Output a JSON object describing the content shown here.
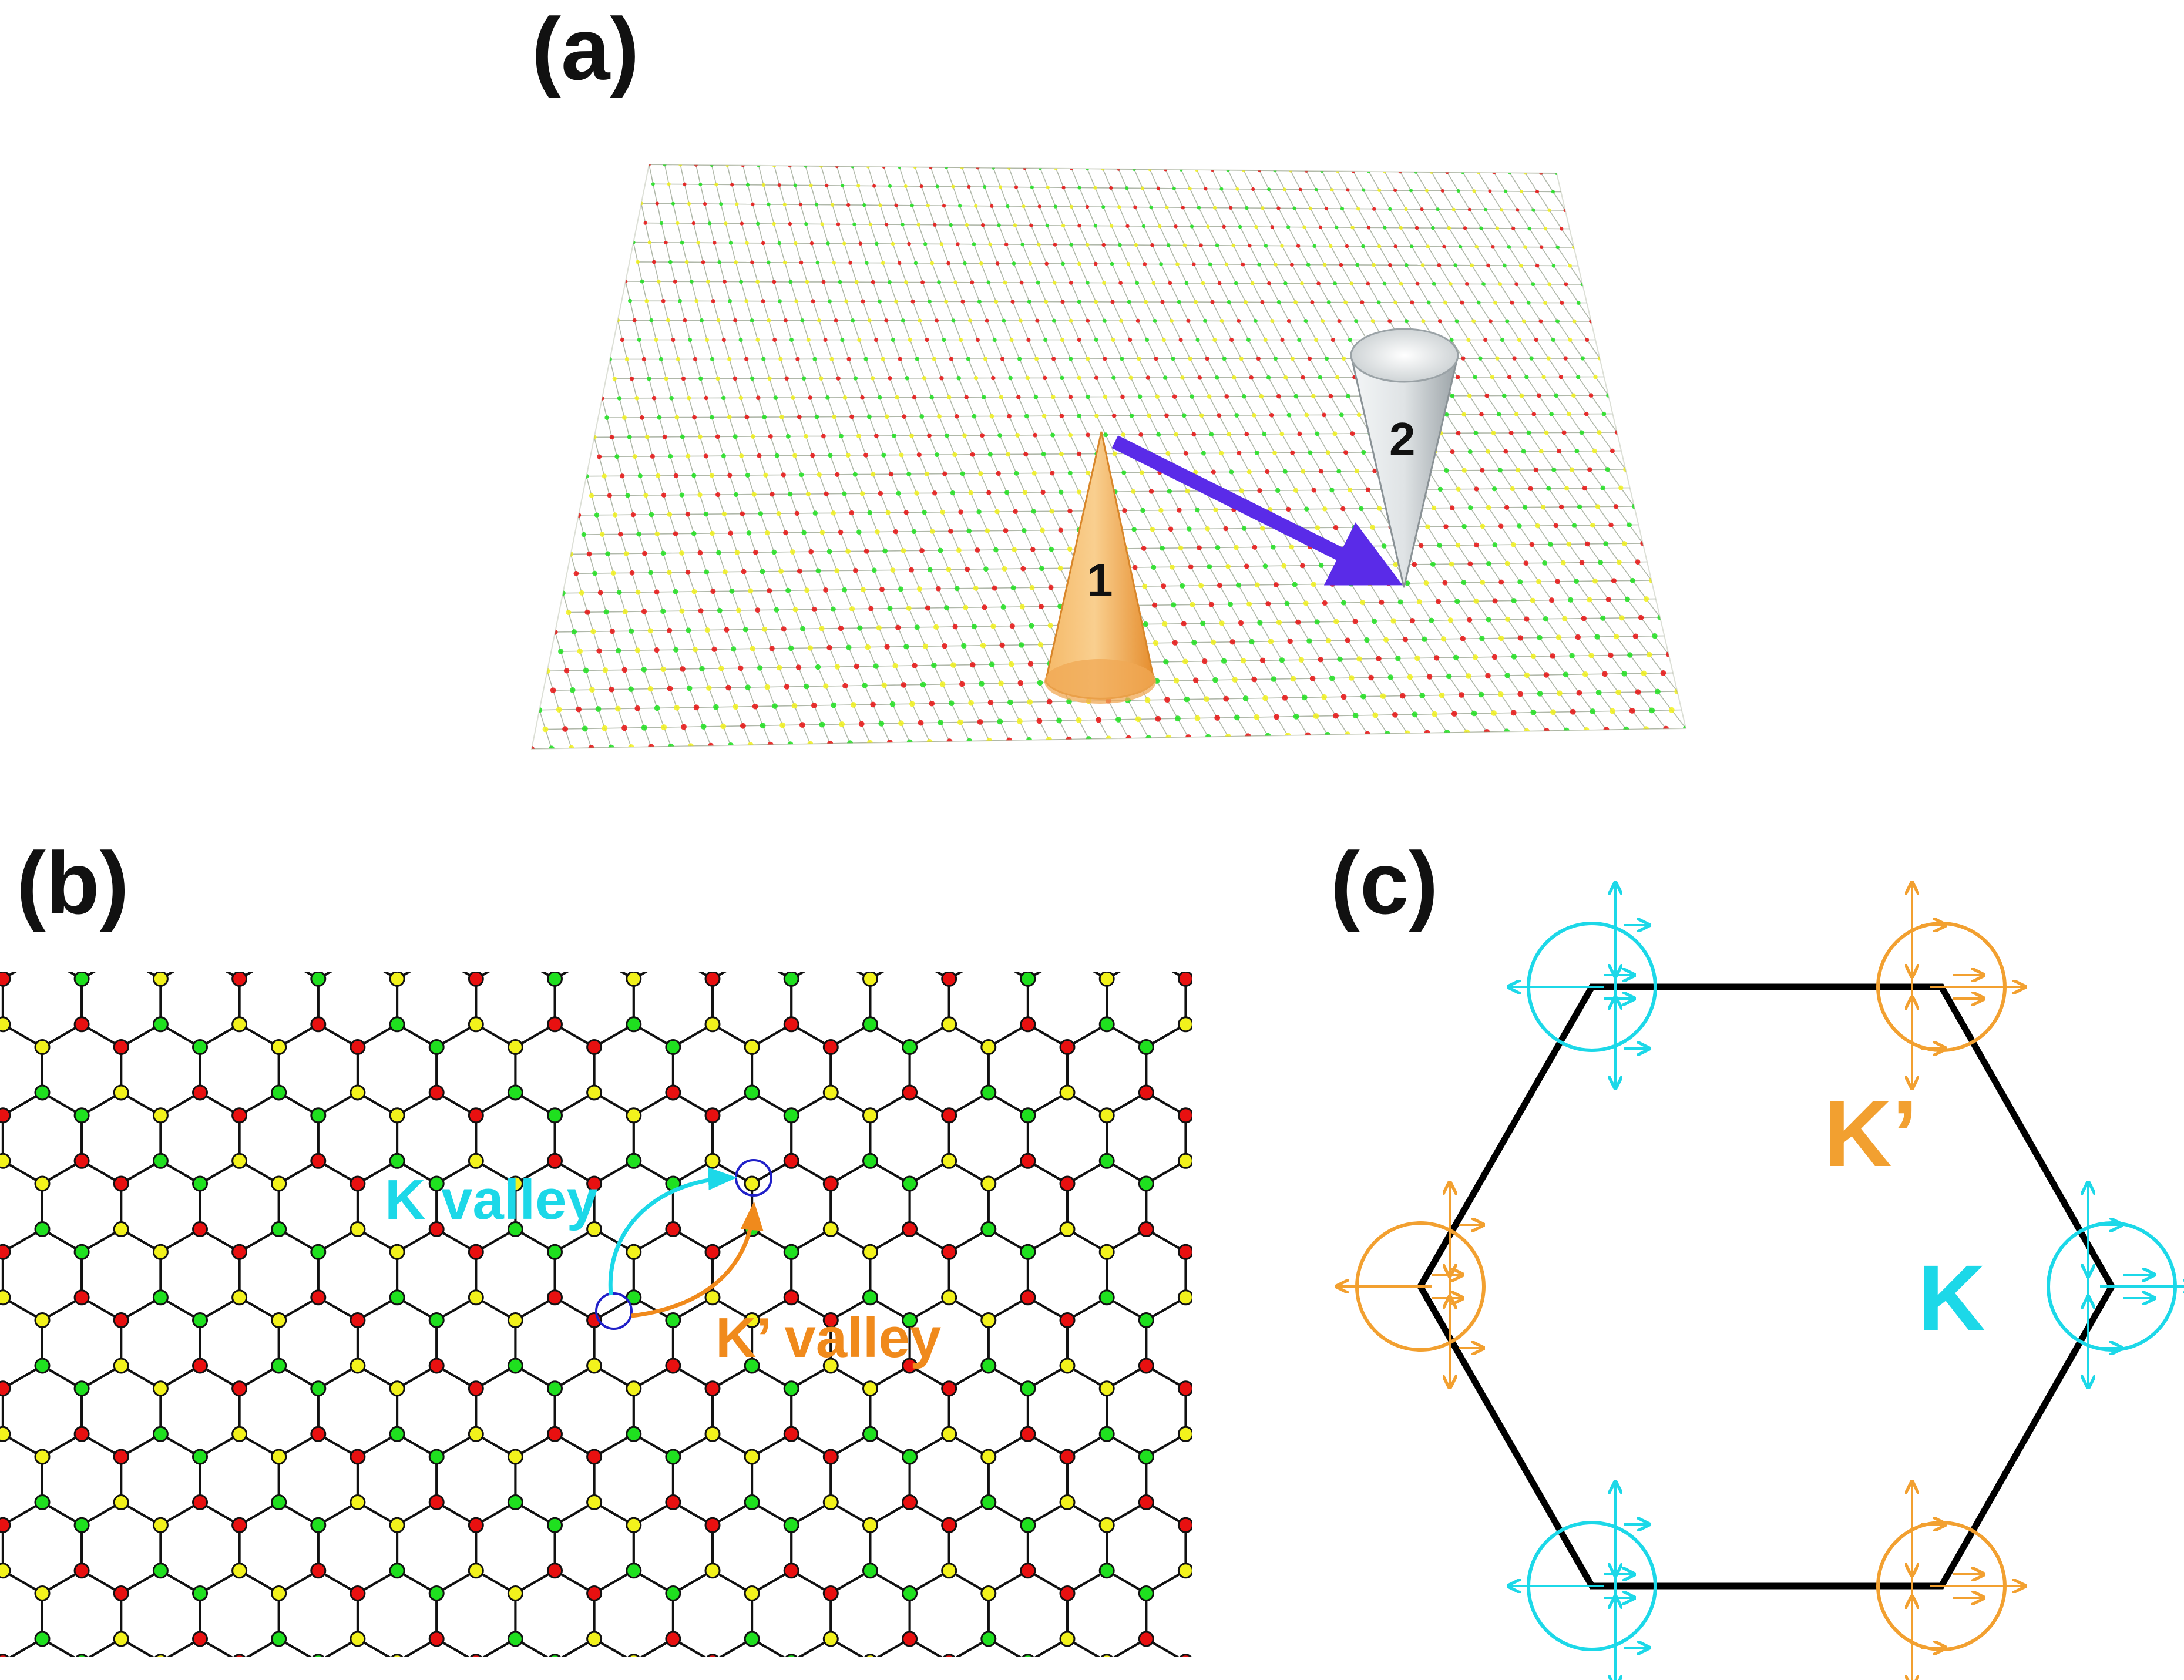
{
  "panels": {
    "a": {
      "label": "(a)",
      "cone_1": "1",
      "cone_2": "2"
    },
    "b": {
      "label": "(b)",
      "k_valley": "K valley",
      "kprime_valley": "K’ valley"
    },
    "c": {
      "label": "(c)",
      "k_point": "K",
      "kprime_point": "K’"
    }
  },
  "colors": {
    "site_red": "#e81010",
    "site_green": "#1fe01f",
    "site_yellow": "#f2f21c",
    "site_dark": "#3a2210",
    "bond": "#111111",
    "k_cyan": "#1cd8e8",
    "kprime_orange": "#f2a030",
    "kprime_text_orange": "#f08a1c",
    "transfer_arrow": "#5a2be8",
    "cone_orange": "#f2a24a",
    "cone_silver": "#d6dadc",
    "circle_marker": "#2020c8"
  }
}
